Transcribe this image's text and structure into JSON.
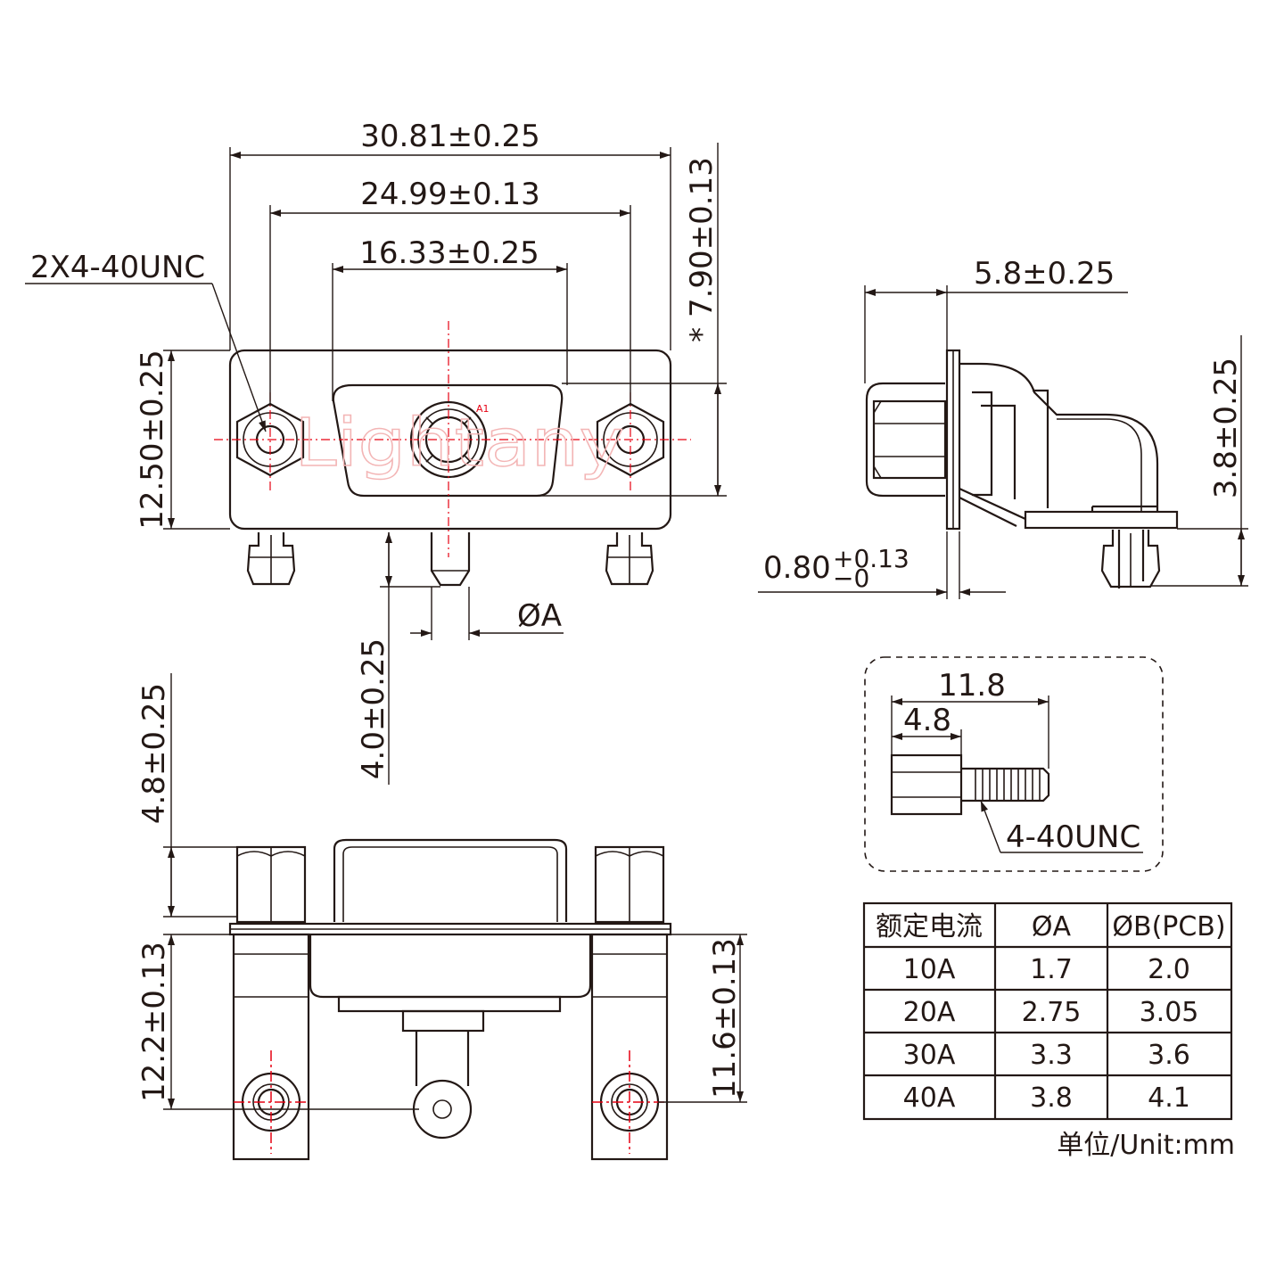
{
  "watermark": "Lightany",
  "front_view": {
    "dim_overall_width": "30.81±0.25",
    "dim_screw_spacing": "24.99±0.13",
    "dim_shell_width": "16.33±0.25",
    "dim_height": "12.50±0.25",
    "dim_shell_height": "* 7.90±0.13",
    "thread_callout": "2X4-40UNC",
    "pin_label": "A1",
    "dim_pin_length": "4.0±0.25",
    "dim_pin_dia": "ØA"
  },
  "side_view": {
    "dim_depth": "5.8±0.25",
    "dim_pcb_offset": "3.8±0.25",
    "dim_flange_base": "0.80",
    "dim_flange_tol_upper": "+0.13",
    "dim_flange_tol_lower": "−0"
  },
  "bottom_view": {
    "dim_nut_height": "4.8±0.25",
    "dim_left_depth": "12.2±0.13",
    "dim_right_depth": "11.6±0.13"
  },
  "screw_detail": {
    "dim_total_length": "11.8",
    "dim_head_length": "4.8",
    "thread_label": "4-40UNC"
  },
  "spec_table": {
    "headers": [
      "额定电流",
      "ØA",
      "ØB(PCB)"
    ],
    "rows": [
      [
        "10A",
        "1.7",
        "2.0"
      ],
      [
        "20A",
        "2.75",
        "3.05"
      ],
      [
        "30A",
        "3.3",
        "3.6"
      ],
      [
        "40A",
        "3.8",
        "4.1"
      ]
    ]
  },
  "unit_note": "单位/Unit:mm"
}
